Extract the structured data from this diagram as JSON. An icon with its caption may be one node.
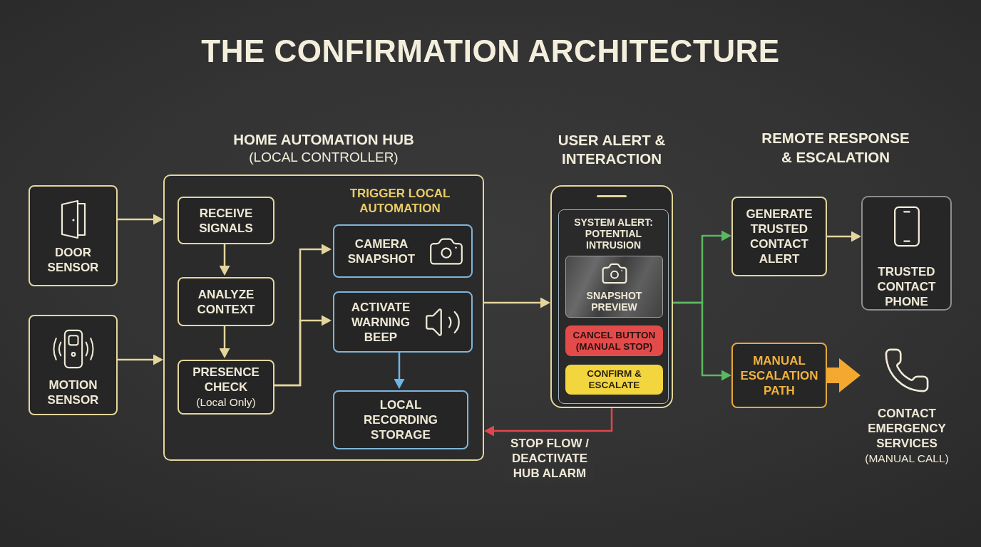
{
  "diagram": {
    "title": "THE CONFIRMATION ARCHITECTURE",
    "nodes": [
      {
        "text": [
          "DOOR SENSOR"
        ]
      },
      {
        "text": [
          "MOTION SENSOR"
        ]
      },
      {
        "text": [
          "HOME AUTOMATION HUB",
          "(LOCAL CONTROLLER)"
        ]
      },
      {
        "text": [
          "RECEIVE SIGNALS"
        ],
        "in": 2
      },
      {
        "text": [
          "ANALYZE CONTEXT"
        ],
        "in": 2
      },
      {
        "text": [
          "PRESENCE CHECK",
          "(Local Only)"
        ],
        "in": 2
      },
      {
        "text": [
          "CAMERA SNAPSHOT"
        ],
        "in": 2
      },
      {
        "text": [
          "ACTIVATE WARNING BEEP"
        ],
        "in": 2
      },
      {
        "text": [
          "LOCAL RECORDING STORAGE"
        ],
        "in": 2
      },
      {
        "text": [
          "USER ALERT & INTERACTION"
        ]
      },
      {
        "text": [
          "SYSTEM ALERT: POTENTIAL INTRUSION"
        ],
        "in": 9
      },
      {
        "text": [
          "SNAPSHOT PREVIEW"
        ],
        "in": 10
      },
      {
        "text": [
          "CANCEL BUTTON (MANUAL STOP)"
        ],
        "in": 10
      },
      {
        "text": [
          "CONFIRM & ESCALATE"
        ],
        "in": 10
      },
      {
        "text": [
          "GENERATE TRUSTED CONTACT ALERT"
        ]
      },
      {
        "text": [
          "TRUSTED CONTACT PHONE"
        ]
      },
      {
        "text": [
          "MANUAL ESCALATION PATH"
        ]
      },
      {
        "text": [
          "CONTACT EMERGENCY SERVICES",
          "(MANUAL CALL)"
        ]
      }
    ],
    "edges": [
      {
        "from": 0,
        "to": 2,
        "arrow": "to"
      },
      {
        "from": 1,
        "to": 2,
        "arrow": "to"
      },
      {
        "from": 3,
        "to": 4,
        "arrow": "to"
      },
      {
        "from": 4,
        "to": 5,
        "arrow": "to"
      },
      {
        "from": 5,
        "to": 6,
        "arrow": "to"
      },
      {
        "from": 5,
        "to": 7,
        "arrow": "to"
      },
      {
        "from": 7,
        "to": 8,
        "arrow": "to",
        "color": "#6cb6e6"
      },
      {
        "from": 2,
        "to": 9,
        "arrow": "to"
      },
      {
        "from": 9,
        "to": 14,
        "arrow": "to",
        "color": "#5cb860"
      },
      {
        "from": 9,
        "to": 16,
        "arrow": "to",
        "color": "#5cb860"
      },
      {
        "from": 14,
        "to": 15,
        "arrow": "to"
      },
      {
        "from": 16,
        "to": 17,
        "arrow": "to",
        "style": "thick",
        "color": "#f5a82f"
      },
      {
        "from": 9,
        "to": 2,
        "arrow": "to",
        "label": "STOP FLOW / DEACTIVATE HUB ALARM",
        "color": "#e0474c"
      }
    ],
    "labels": [
      "TRIGGER LOCAL AUTOMATION",
      "REMOTE RESPONSE & ESCALATION"
    ]
  }
}
